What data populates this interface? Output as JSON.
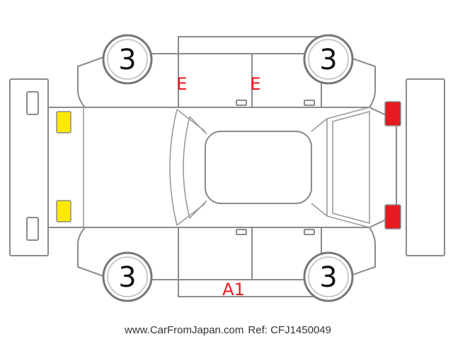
{
  "tires": {
    "front_left": "3",
    "rear_left": "3",
    "front_right": "3",
    "rear_right": "3"
  },
  "damage_marks": {
    "top_front_door": "E",
    "top_rear_door": "E",
    "bottom_sill": "A1"
  },
  "colors": {
    "damage_text": "#e8191f",
    "front_lights": "#ffe900",
    "rear_lights": "#e8191f",
    "outline": "#8a8a8a"
  },
  "footer": {
    "site": "www.CarFromJapan.com",
    "ref": "Ref: CFJ1450049"
  }
}
